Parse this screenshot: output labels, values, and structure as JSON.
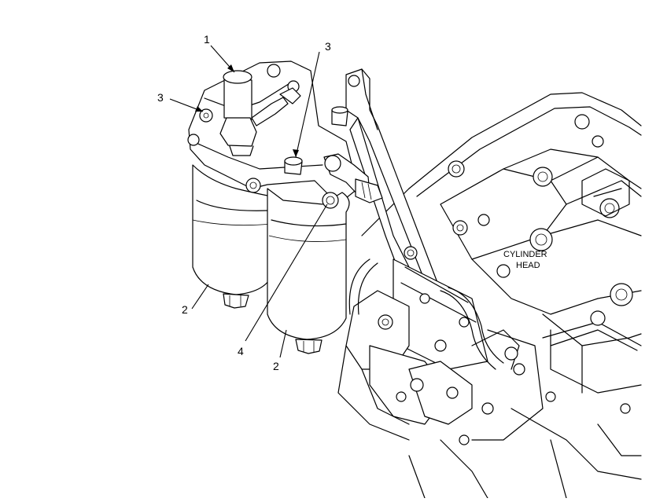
{
  "callouts": {
    "c1": "1",
    "c3_left": "3",
    "c3_top": "3",
    "c2_left": "2",
    "c2_right": "2",
    "c4": "4"
  },
  "labels": {
    "cylinder_head_line1": "CYLINDER",
    "cylinder_head_line2": "HEAD"
  }
}
